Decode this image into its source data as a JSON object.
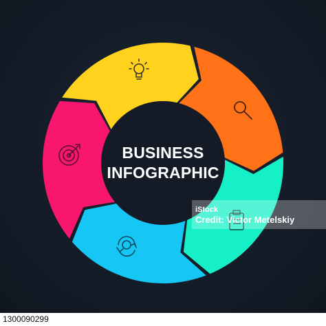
{
  "title": {
    "line1": "BUSINESS",
    "line2": "INFOGRAPHIC"
  },
  "segments": [
    {
      "name": "segment-yellow",
      "color": "#ffd21e",
      "icon": "lightbulb-icon"
    },
    {
      "name": "segment-orange",
      "color": "#ff7217",
      "icon": "magnifier-icon"
    },
    {
      "name": "segment-teal",
      "color": "#16f0c6",
      "icon": "clipboard-icon"
    },
    {
      "name": "segment-cyan",
      "color": "#16c6f4",
      "icon": "gear-refresh-icon"
    },
    {
      "name": "segment-magenta",
      "color": "#f8166f",
      "icon": "target-icon"
    }
  ],
  "watermark": {
    "brand": "iStock",
    "credit": "Credit: Victor Metelskiy"
  },
  "image_id": "1300090299"
}
